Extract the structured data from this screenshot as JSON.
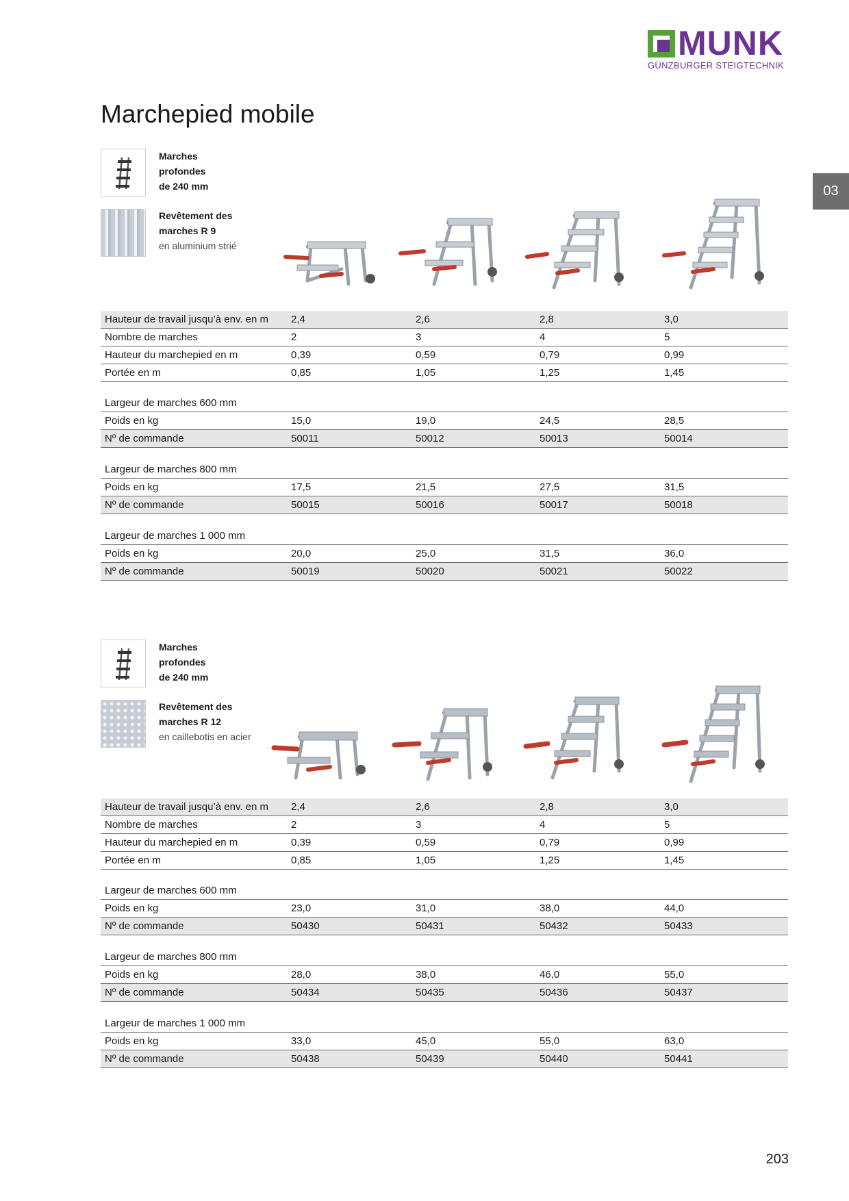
{
  "brand": {
    "name": "MUNK",
    "tagline": "GÜNZBURGER STEIGTECHNIK",
    "colors": {
      "green": "#56a13a",
      "purple": "#6b3392"
    }
  },
  "chapter_tab": "03",
  "page_title": "Marchepied mobile",
  "page_number": "203",
  "sections": [
    {
      "feature_step": {
        "line1": "Marches",
        "line2": "profondes",
        "line3": "de 240 mm"
      },
      "feature_surface": {
        "line1": "Revêtement des",
        "line2": "marches R 9",
        "line3": "en aluminium strié"
      },
      "general": [
        {
          "label": "Hauteur de travail jusqu’à env. en m",
          "values": [
            "2,4",
            "2,6",
            "2,8",
            "3,0"
          ]
        },
        {
          "label": "Nombre de marches",
          "values": [
            "2",
            "3",
            "4",
            "5"
          ]
        },
        {
          "label": "Hauteur du marchepied en m",
          "values": [
            "0,39",
            "0,59",
            "0,79",
            "0,99"
          ]
        },
        {
          "label": "Portée en m",
          "values": [
            "0,85",
            "1,05",
            "1,25",
            "1,45"
          ]
        }
      ],
      "widths": [
        {
          "title": "Largeur de marches 600 mm",
          "weight_label": "Poids en kg",
          "weights": [
            "15,0",
            "19,0",
            "24,5",
            "28,5"
          ],
          "order_label": "Nº de commande",
          "orders": [
            "50011",
            "50012",
            "50013",
            "50014"
          ]
        },
        {
          "title": "Largeur de marches 800 mm",
          "weight_label": "Poids en kg",
          "weights": [
            "17,5",
            "21,5",
            "27,5",
            "31,5"
          ],
          "order_label": "Nº de commande",
          "orders": [
            "50015",
            "50016",
            "50017",
            "50018"
          ]
        },
        {
          "title": "Largeur de marches 1 000 mm",
          "weight_label": "Poids en kg",
          "weights": [
            "20,0",
            "25,0",
            "31,5",
            "36,0"
          ],
          "order_label": "Nº de commande",
          "orders": [
            "50019",
            "50020",
            "50021",
            "50022"
          ]
        }
      ]
    },
    {
      "feature_step": {
        "line1": "Marches",
        "line2": "profondes",
        "line3": "de 240 mm"
      },
      "feature_surface": {
        "line1": "Revêtement des",
        "line2": "marches R 12",
        "line3": "en caillebotis en acier"
      },
      "general": [
        {
          "label": "Hauteur de travail jusqu’à env. en m",
          "values": [
            "2,4",
            "2,6",
            "2,8",
            "3,0"
          ]
        },
        {
          "label": "Nombre de marches",
          "values": [
            "2",
            "3",
            "4",
            "5"
          ]
        },
        {
          "label": "Hauteur du marchepied en m",
          "values": [
            "0,39",
            "0,59",
            "0,79",
            "0,99"
          ]
        },
        {
          "label": "Portée en m",
          "values": [
            "0,85",
            "1,05",
            "1,25",
            "1,45"
          ]
        }
      ],
      "widths": [
        {
          "title": "Largeur de marches 600 mm",
          "weight_label": "Poids en kg",
          "weights": [
            "23,0",
            "31,0",
            "38,0",
            "44,0"
          ],
          "order_label": "Nº de commande",
          "orders": [
            "50430",
            "50431",
            "50432",
            "50433"
          ]
        },
        {
          "title": "Largeur de marches 800 mm",
          "weight_label": "Poids en kg",
          "weights": [
            "28,0",
            "38,0",
            "46,0",
            "55,0"
          ],
          "order_label": "Nº de commande",
          "orders": [
            "50434",
            "50435",
            "50436",
            "50437"
          ]
        },
        {
          "title": "Largeur de marches 1 000 mm",
          "weight_label": "Poids en kg",
          "weights": [
            "33,0",
            "45,0",
            "55,0",
            "63,0"
          ],
          "order_label": "Nº de commande",
          "orders": [
            "50438",
            "50439",
            "50440",
            "50441"
          ]
        }
      ]
    }
  ]
}
